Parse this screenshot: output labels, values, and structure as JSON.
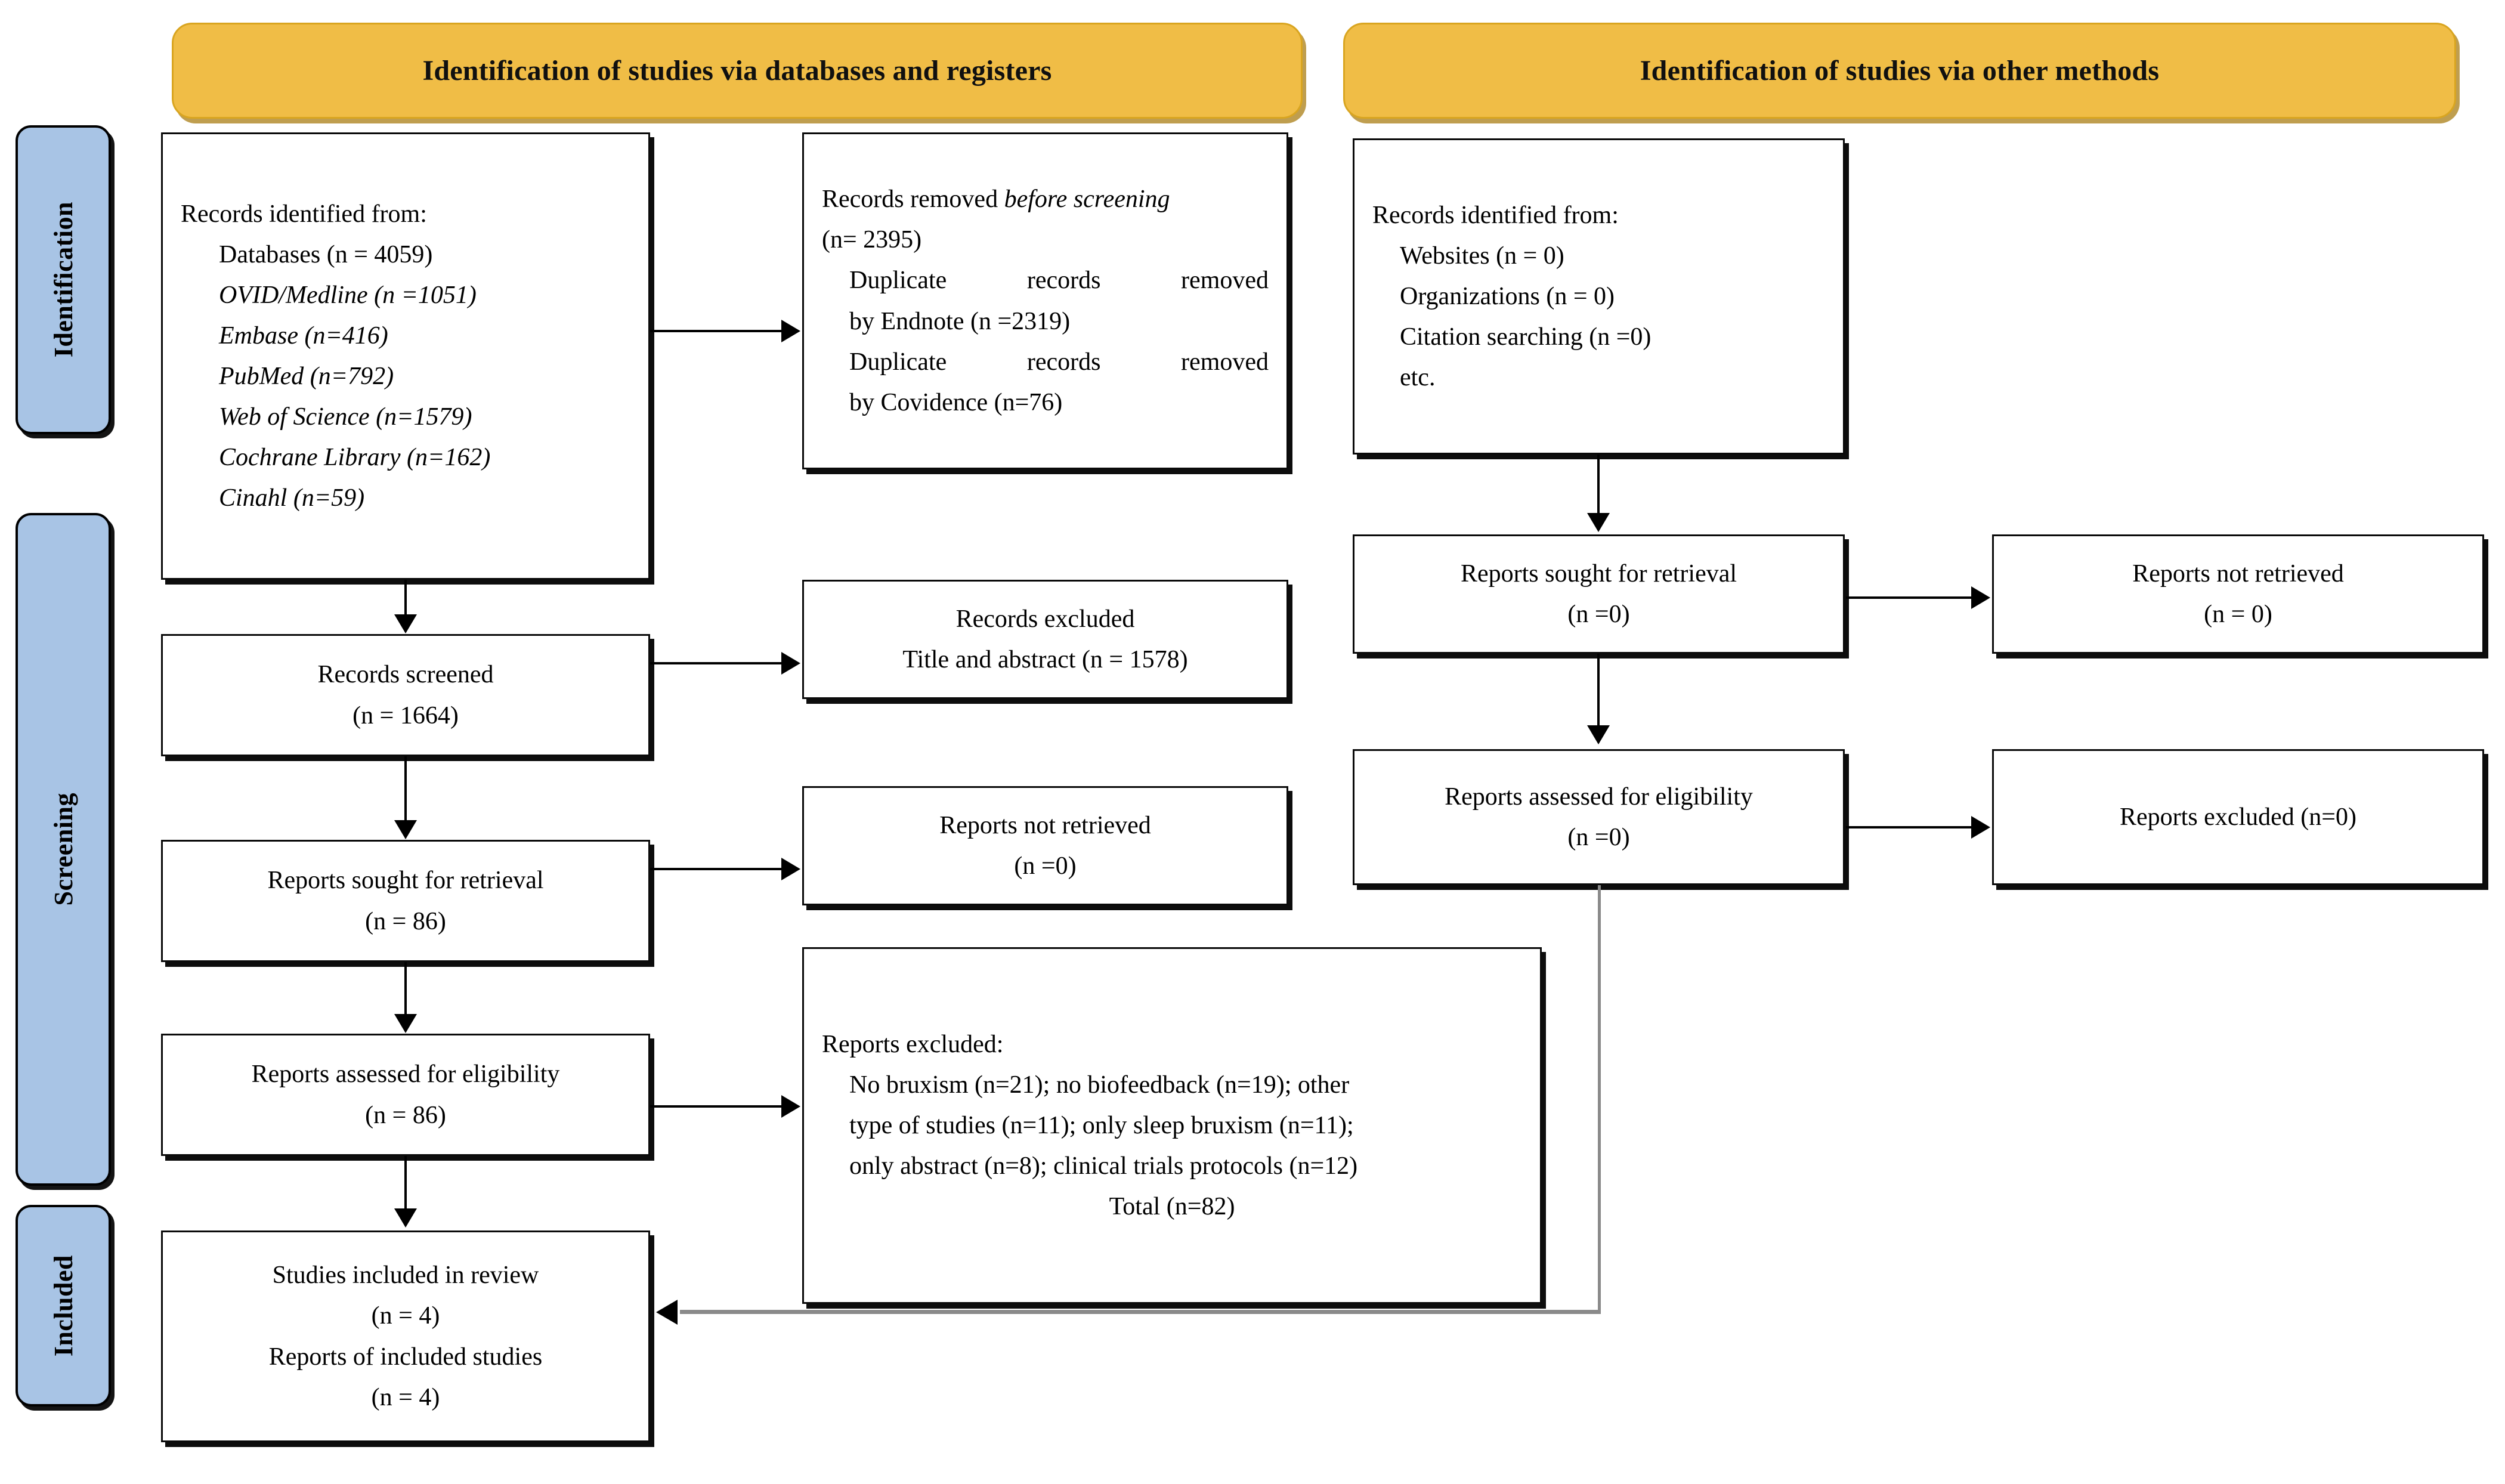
{
  "stages": [
    {
      "label": "Identification"
    },
    {
      "label": "Screening"
    },
    {
      "label": "Included"
    }
  ],
  "banners": {
    "left": "Identification of studies via databases and registers",
    "right": "Identification of studies via other methods"
  },
  "left_column": {
    "records_identified": {
      "title": "Records identified from:",
      "databases": "Databases (n = 4059)",
      "sources": [
        "OVID/Medline (n =1051)",
        "Embase (n=416)",
        "PubMed (n=792)",
        "Web of Science (n=1579)",
        "Cochrane Library (n=162)",
        "Cinahl (n=59)"
      ]
    },
    "records_removed": {
      "title_normal": "Records removed ",
      "title_italic": "before screening",
      "count": "(n= 2395)",
      "detail_1a": "Duplicate records removed",
      "detail_1b": "by Endnote (n =2319)",
      "detail_2a": "Duplicate records removed",
      "detail_2b": "by Covidence (n=76)"
    },
    "records_screened": {
      "title": "Records screened",
      "count": "(n = 1664)"
    },
    "records_excluded": {
      "title": "Records excluded",
      "detail": "Title and abstract (n = 1578)"
    },
    "reports_sought": {
      "title": "Reports sought for retrieval",
      "count": "(n = 86)"
    },
    "reports_not_retrieved": {
      "title": "Reports not retrieved",
      "count": "(n =0)"
    },
    "reports_assessed": {
      "title": "Reports assessed for eligibility",
      "count": "(n = 86)"
    },
    "reports_excluded": {
      "title": "Reports excluded:",
      "reasons_line1": "No bruxism (n=21); no biofeedback (n=19); other",
      "reasons_line2": "type of studies (n=11); only sleep bruxism (n=11);",
      "reasons_line3": "only abstract (n=8); clinical trials protocols (n=12)",
      "total": "Total (n=82)"
    },
    "studies_included": {
      "title_1": "Studies included in review",
      "count_1": "(n = 4)",
      "title_2": "Reports of included studies",
      "count_2": "(n = 4)"
    }
  },
  "right_column": {
    "records_identified": {
      "title": "Records identified from:",
      "sources": [
        "Websites (n = 0)",
        "Organizations (n = 0)",
        "Citation searching (n =0)",
        "etc."
      ]
    },
    "reports_sought": {
      "title": "Reports sought for retrieval",
      "count": "(n =0)"
    },
    "reports_not_retrieved": {
      "title": "Reports not retrieved",
      "count": "(n = 0)"
    },
    "reports_assessed": {
      "title": "Reports assessed for eligibility",
      "count": "(n =0)"
    },
    "reports_excluded": {
      "title": "Reports excluded (n=0)"
    }
  },
  "colors": {
    "banner_fill": "#f0bd46",
    "stage_fill": "#a8c4e5",
    "border": "#000000",
    "connector_grey": "#8a8a8a"
  }
}
